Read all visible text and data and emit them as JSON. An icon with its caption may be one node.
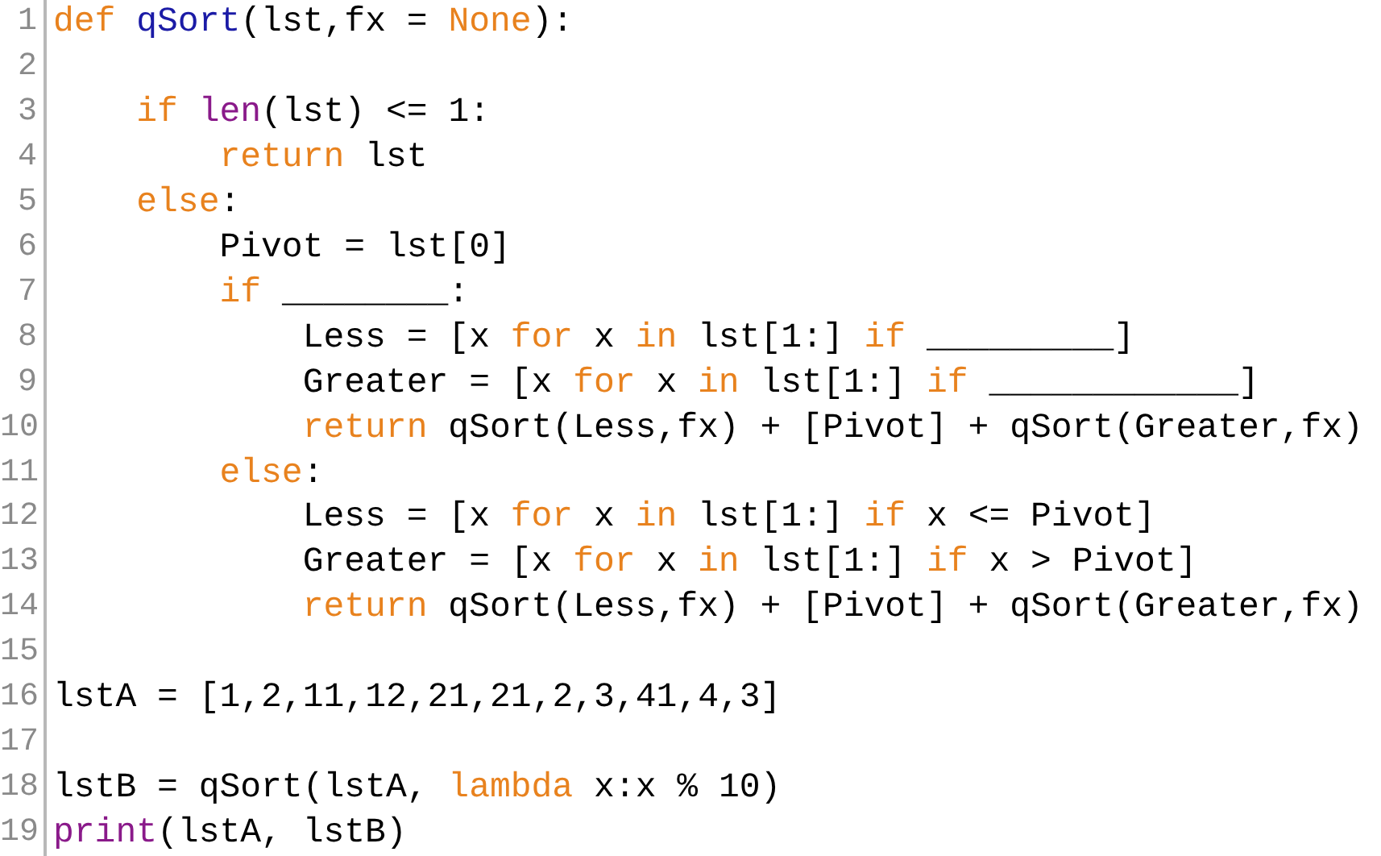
{
  "diagram": {
    "labels": [
      "1",
      "def qSort(lst,fx = None):",
      "2",
      "3",
      "    if len(lst) <= 1:",
      "4",
      "        return lst",
      "5",
      "    else:",
      "6",
      "        Pivot = lst[0]",
      "7",
      "        if ________:",
      "8",
      "            Less = [x for x in lst[1:] if _________]",
      "9",
      "            Greater = [x for x in lst[1:] if ____________]",
      "10",
      "            return qSort(Less,fx) + [Pivot] + qSort(Greater,fx)",
      "11",
      "        else:",
      "12",
      "            Less = [x for x in lst[1:] if x <= Pivot]",
      "13",
      "            Greater = [x for x in lst[1:] if x > Pivot]",
      "14",
      "            return qSort(Less,fx) + [Pivot] + qSort(Greater,fx)",
      "15",
      "16",
      "lstA = [1,2,11,12,21,21,2,3,41,4,3]",
      "17",
      "18",
      "lstB = qSort(lstA, lambda x:x % 10)",
      "19",
      "print(lstA, lstB)"
    ]
  }
}
